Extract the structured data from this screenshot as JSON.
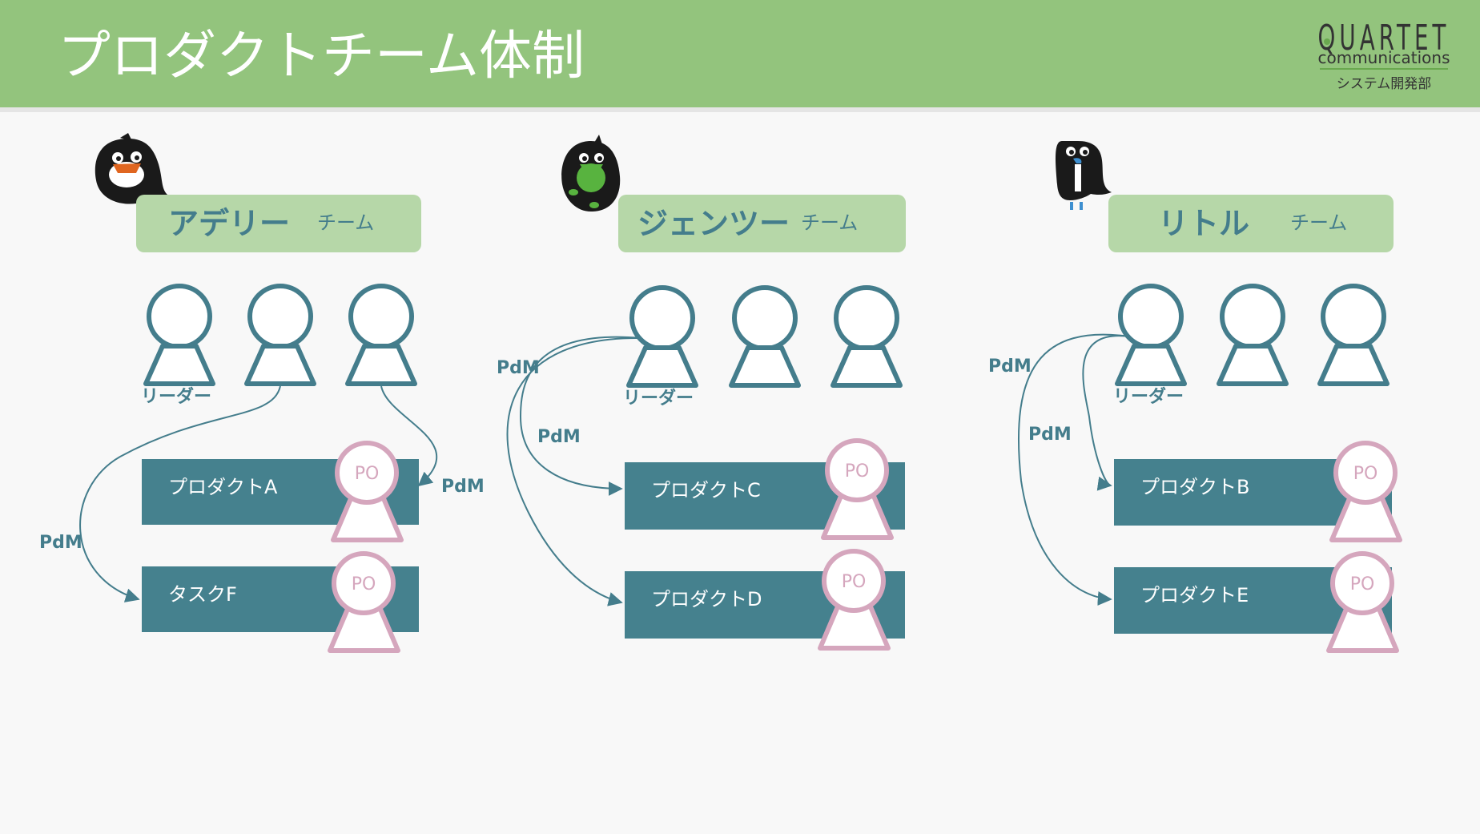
{
  "slide": {
    "title": "プロダクトチーム体制",
    "logo": {
      "line1": "QUARTET",
      "line2": "communications",
      "line3": "システム開発部"
    }
  },
  "labels": {
    "leader": "リーダー",
    "pdm": "PdM",
    "po": "PO",
    "team_suffix": "チーム"
  },
  "teams": [
    {
      "name": "アデリー",
      "products": [
        "プロダクトA",
        "タスクF"
      ]
    },
    {
      "name": "ジェンツー",
      "products": [
        "プロダクトC",
        "プロダクトD"
      ]
    },
    {
      "name": "リトル",
      "products": [
        "プロダクトB",
        "プロダクトE"
      ]
    }
  ],
  "colors": {
    "header_bg": "#93c47d",
    "team_label_bg": "#b6d7a8",
    "member_stroke": "#447d8c",
    "product_bg": "#45818e",
    "po_stroke": "#d5a6bd",
    "arrow": "#447d8c",
    "text_teal": "#447d8c",
    "po_text": "#d5a6bd",
    "canvas_bg": "#f8f8f8"
  }
}
